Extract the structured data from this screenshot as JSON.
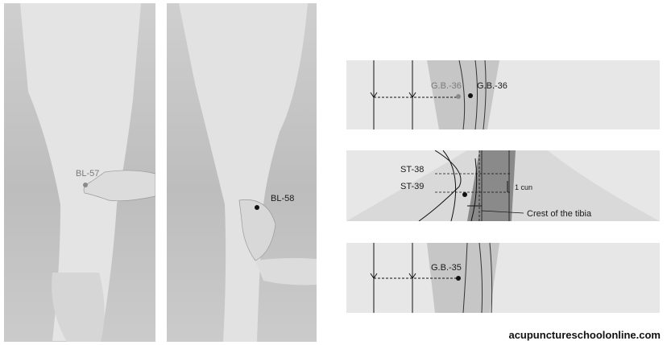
{
  "labels": {
    "bl57": "BL-57",
    "bl58": "BL-58",
    "gb36_grey": "G.B.-36",
    "gb36": "G.B.-36",
    "st38": "ST-38",
    "st39": "ST-39",
    "cun": "1 cun",
    "tibia": "Crest of the tibia",
    "gb35": "G.B.-35"
  },
  "watermark": "acupunctureschoolonline.com"
}
